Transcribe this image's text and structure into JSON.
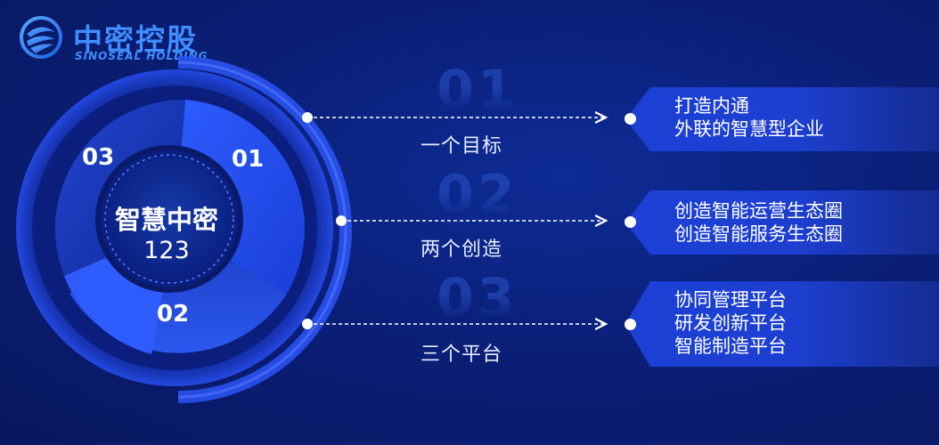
{
  "logo": {
    "name_cn": "中密控股",
    "name_en": "SINOSEAL HOLDING"
  },
  "circle": {
    "title": "智慧中密",
    "number": "123",
    "segments": [
      "01",
      "02",
      "03"
    ]
  },
  "rows": [
    {
      "bignum": "01",
      "label": "一个目标",
      "lines": [
        "打造内通",
        "外联的智慧型企业"
      ]
    },
    {
      "bignum": "02",
      "label": "两个创造",
      "lines": [
        "创造智能运营生态圈",
        "创造智能服务生态圈"
      ]
    },
    {
      "bignum": "03",
      "label": "三个平台",
      "lines": [
        "协同管理平台",
        "研发创新平台",
        "智能制造平台"
      ]
    }
  ],
  "colors": {
    "background": "#0a1f78",
    "accent": "#2f5cff",
    "logo": "#3f8dff"
  }
}
